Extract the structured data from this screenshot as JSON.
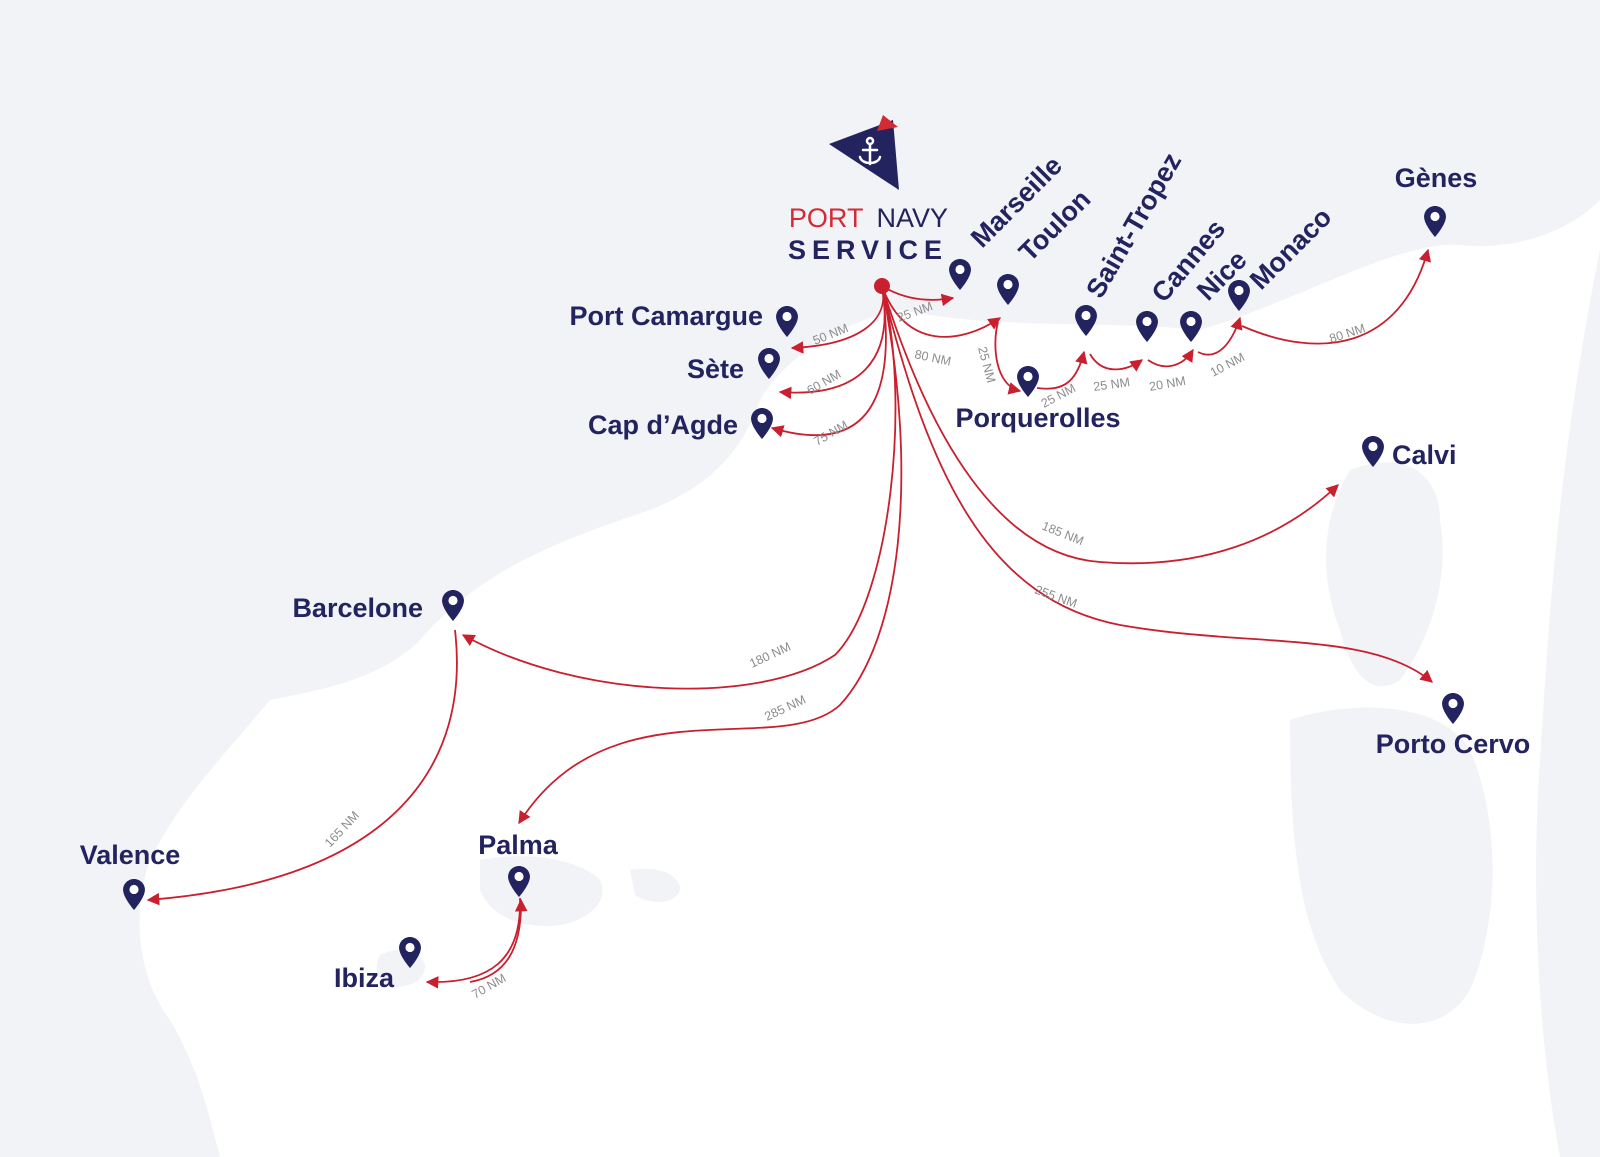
{
  "brand": {
    "line1_part1": "PORT",
    "line1_part2": "NAVY",
    "line2": "SERVICE",
    "colors": {
      "red": "#d42a35",
      "navy": "#23235f"
    },
    "logo_icon": "anchor-icon"
  },
  "colors": {
    "route": "#c8202f",
    "pin": "#23235f",
    "land": "#f2f3f7",
    "distance_text": "#8c8c8c"
  },
  "pin_icon": "map-pin-icon",
  "places": {
    "marseille": "Marseille",
    "toulon": "Toulon",
    "saint_tropez": "Saint-Tropez",
    "cannes": "Cannes",
    "nice": "Nice",
    "monaco": "Monaco",
    "genes": "Gènes",
    "port_camargue": "Port Camargue",
    "sete": "Sète",
    "cap_dagde": "Cap d’Agde",
    "porquerolles": "Porquerolles",
    "calvi": "Calvi",
    "barcelone": "Barcelone",
    "porto_cervo": "Porto Cervo",
    "valence": "Valence",
    "palma": "Palma",
    "ibiza": "Ibiza"
  },
  "routes": {
    "marseille": "25 NM",
    "toulon": "80 NM",
    "porquerolles": "25 NM",
    "saint_tropez": "25 NM",
    "cannes": "25 NM",
    "nice": "20 NM",
    "monaco": "10 NM",
    "genes": "80 NM",
    "port_camargue": "50 NM",
    "sete": "60 NM",
    "cap_dagde": "75 NM",
    "calvi": "185 NM",
    "porto_cervo": "255 NM",
    "barcelone": "180 NM",
    "palma": "285 NM",
    "valence": "165 NM",
    "ibiza": "70 NM"
  }
}
